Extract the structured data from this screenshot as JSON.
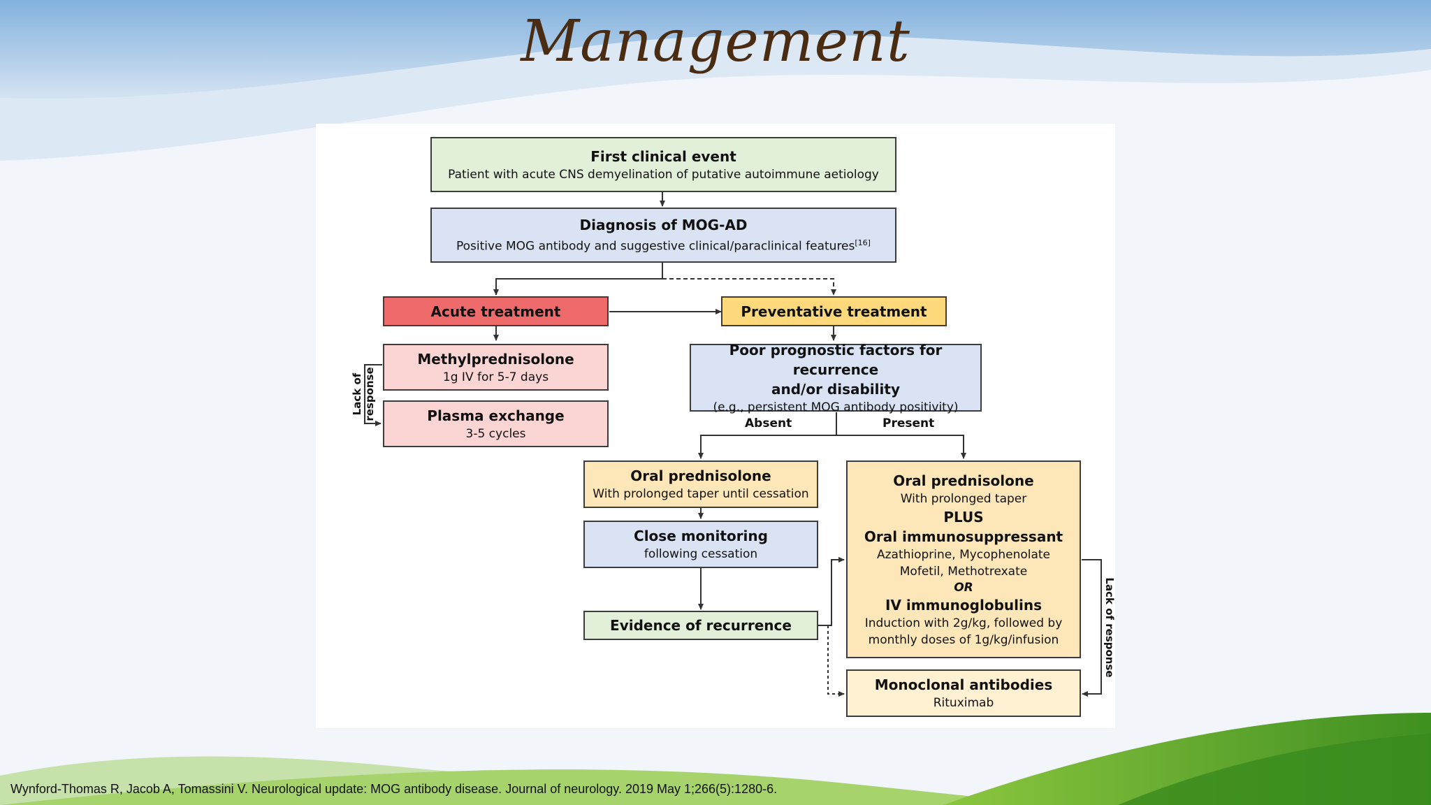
{
  "slide": {
    "title": "Management"
  },
  "diagram": {
    "first_event": {
      "title": "First clinical event",
      "subtitle": "Patient with acute CNS demyelination of putative autoimmune aetiology"
    },
    "diagnosis": {
      "title": "Diagnosis of MOG-AD",
      "subtitle": "Positive MOG antibody and suggestive clinical/paraclinical features",
      "ref": "[16]"
    },
    "acute": {
      "title": "Acute treatment"
    },
    "preventative": {
      "title": "Preventative treatment"
    },
    "methylpred": {
      "title": "Methylprednisolone",
      "subtitle": "1g IV for 5-7 days"
    },
    "plasma": {
      "title": "Plasma exchange",
      "subtitle": "3-5 cycles"
    },
    "lack_response_left": {
      "line1": "Lack of",
      "line2": "response"
    },
    "prognostic": {
      "line1": "Poor prognostic factors for recurrence",
      "line2": "and/or disability",
      "subtitle": "(e.g., persistent MOG antibody positivity)"
    },
    "absent_label": "Absent",
    "present_label": "Present",
    "oral_pred_absent": {
      "title": "Oral prednisolone",
      "subtitle": "With prolonged taper until cessation"
    },
    "close_monitoring": {
      "title": "Close monitoring",
      "subtitle": "following cessation"
    },
    "evidence": {
      "title": "Evidence of recurrence"
    },
    "present_box": {
      "title1": "Oral prednisolone",
      "sub1": "With prolonged taper",
      "plus": "PLUS",
      "title2": "Oral immunosuppressant",
      "sub2a": "Azathioprine, Mycophenolate",
      "sub2b": "Mofetil, Methotrexate",
      "or": "OR",
      "title3": "IV immunoglobulins",
      "sub3a": "Induction with 2g/kg, followed by",
      "sub3b": "monthly doses of 1g/kg/infusion"
    },
    "monoclonal": {
      "title": "Monoclonal antibodies",
      "subtitle": "Rituximab"
    },
    "lack_response_right": "Lack of response"
  },
  "citation": "Wynford-Thomas R, Jacob A, Tomassini V. Neurological update: MOG antibody disease. Journal of neurology. 2019 May 1;266(5):1280-6."
}
